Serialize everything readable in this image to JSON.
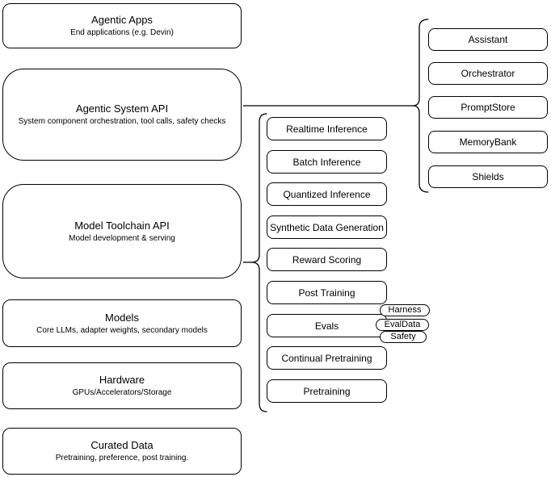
{
  "diagram": {
    "left_column": [
      {
        "title": "Agentic Apps",
        "subtitle": "End applications (e.g. Devin)"
      },
      {
        "title": "Agentic System API",
        "subtitle": "System component orchestration, tool calls, safety checks"
      },
      {
        "title": "Model Toolchain API",
        "subtitle": "Model development & serving"
      },
      {
        "title": "Models",
        "subtitle": "Core LLMs, adapter weights, secondary models"
      },
      {
        "title": "Hardware",
        "subtitle": "GPUs/Accelerators/Storage"
      },
      {
        "title": "Curated Data",
        "subtitle": "Pretraining, preference, post training."
      }
    ],
    "toolchain_components": [
      "Realtime Inference",
      "Batch Inference",
      "Quantized Inference",
      "Synthetic Data Generation",
      "Reward Scoring",
      "Post Training",
      "Evals",
      "Continual Pretraining",
      "Pretraining"
    ],
    "evals_tags": [
      "Harness",
      "EvalData",
      "Safety"
    ],
    "system_components": [
      "Assistant",
      "Orchestrator",
      "PromptStore",
      "MemoryBank",
      "Shields"
    ],
    "colors": {
      "stroke": "#000000",
      "background": "#ffffff",
      "text": "#000000"
    }
  }
}
